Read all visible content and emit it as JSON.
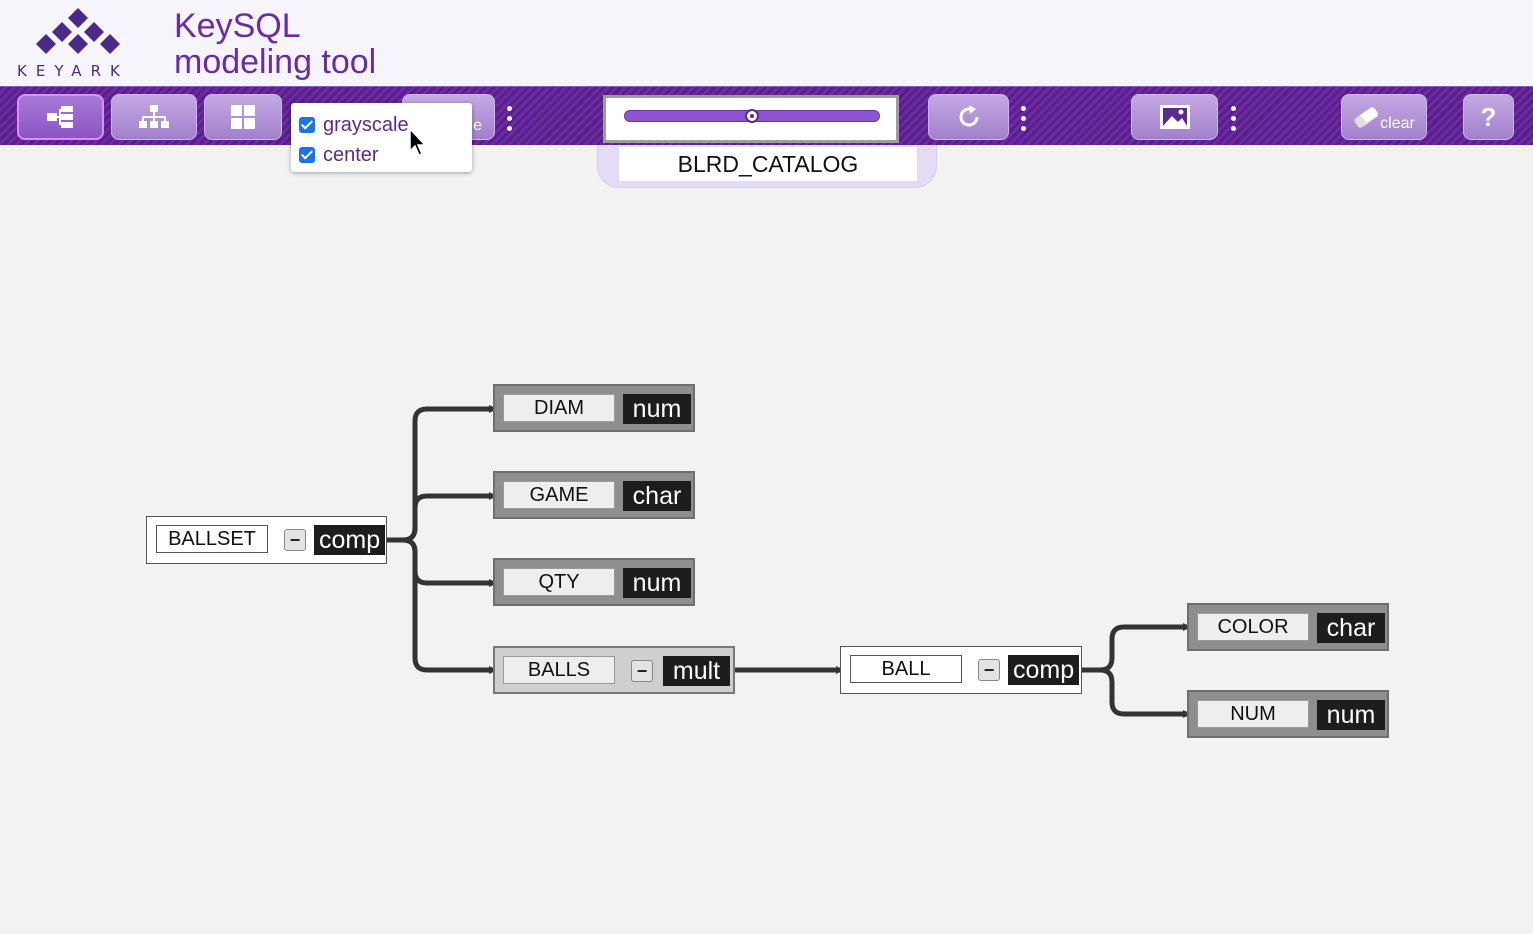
{
  "brand": {
    "logo_text": "KEYARK",
    "title_line1": "KeySQL",
    "title_line2": "modeling tool"
  },
  "toolbar": {
    "buttons": [
      {
        "name": "tree-layout",
        "icon": "tree-icon"
      },
      {
        "name": "hierarchy-layout",
        "icon": "org-chart-icon"
      },
      {
        "name": "grid-layout",
        "icon": "grid-icon"
      },
      {
        "name": "image-options",
        "icon": "image-icon"
      },
      {
        "name": "refresh",
        "icon": "refresh-icon"
      },
      {
        "name": "export-image",
        "icon": "picture-icon"
      }
    ],
    "hidden_button_tail": "e",
    "clear_label": "clear",
    "help_label": "?",
    "zoom_fraction": 0.5
  },
  "dropdown": {
    "options": [
      {
        "label": "grayscale",
        "checked": true
      },
      {
        "label": "center",
        "checked": true
      }
    ]
  },
  "catalog": {
    "name": "BLRD_CATALOG"
  },
  "diagram": {
    "nodes": {
      "ballset": {
        "name": "BALLSET",
        "type": "comp",
        "collapse": "−"
      },
      "diam": {
        "name": "DIAM",
        "type": "num"
      },
      "game": {
        "name": "GAME",
        "type": "char"
      },
      "qty": {
        "name": "QTY",
        "type": "num"
      },
      "balls": {
        "name": "BALLS",
        "type": "mult",
        "collapse": "−"
      },
      "ball": {
        "name": "BALL",
        "type": "comp",
        "collapse": "−"
      },
      "color": {
        "name": "COLOR",
        "type": "char"
      },
      "num": {
        "name": "NUM",
        "type": "num"
      }
    }
  },
  "colors": {
    "accent": "#6b2aa6",
    "toolbar": "#5a1e8c",
    "button": "#b18fdb"
  }
}
